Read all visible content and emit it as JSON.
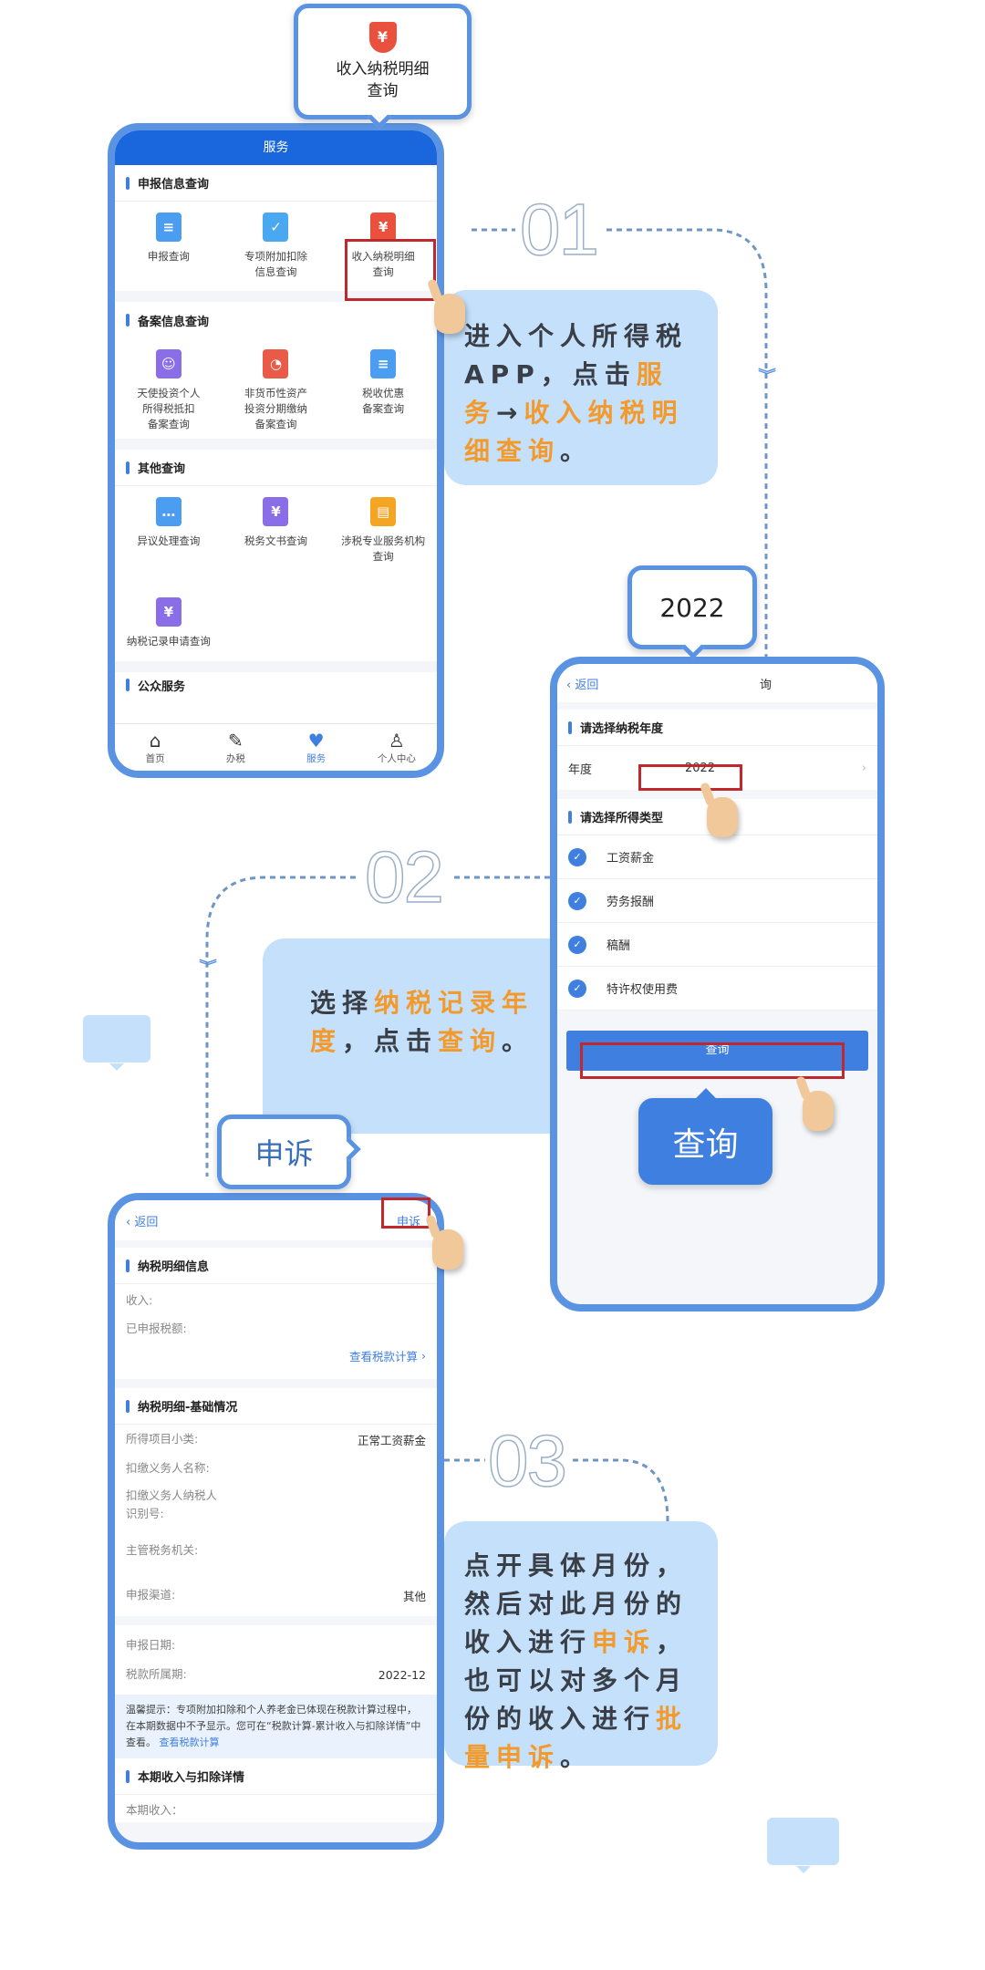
{
  "phone1": {
    "header": "服务",
    "sections": [
      {
        "title": "申报信息查询",
        "items": [
          {
            "label": "申报查询",
            "icon": "document-icon",
            "color": "#4a9df0"
          },
          {
            "label": "专项附加扣除\n信息查询",
            "icon": "clipboard-check-icon",
            "color": "#4aa8f0"
          },
          {
            "label": "收入纳税明细\n查询",
            "icon": "shield-yen-icon",
            "color": "#e9513e"
          }
        ]
      },
      {
        "title": "备案信息查询",
        "items": [
          {
            "label": "天使投资个人\n所得税抵扣\n备案查询",
            "icon": "person-search-icon",
            "color": "#8a6ee8"
          },
          {
            "label": "非货币性资产\n投资分期缴纳\n备案查询",
            "icon": "pie-search-icon",
            "color": "#ea5a48"
          },
          {
            "label": "税收优惠\n备案查询",
            "icon": "doc-search-icon",
            "color": "#4a9df0"
          }
        ]
      },
      {
        "title": "其他查询",
        "items": [
          {
            "label": "异议处理查询",
            "icon": "doc-chat-icon",
            "color": "#4a9df0"
          },
          {
            "label": "税务文书查询",
            "icon": "yen-book-icon",
            "color": "#8a6ee8"
          },
          {
            "label": "涉税专业服务机构\n查询",
            "icon": "building-icon",
            "color": "#f5a524"
          },
          {
            "label": "纳税记录申请查询",
            "icon": "yen-search-icon",
            "color": "#8a6ee8"
          }
        ]
      },
      {
        "title": "公众服务",
        "items": []
      }
    ],
    "tabs": [
      {
        "label": "首页",
        "icon": "home-icon"
      },
      {
        "label": "办税",
        "icon": "edit-icon"
      },
      {
        "label": "服务",
        "icon": "heart-hands-icon",
        "active": true
      },
      {
        "label": "个人中心",
        "icon": "user-icon"
      }
    ],
    "callout": "收入纳税明细\n查询"
  },
  "step1": {
    "number": "01",
    "parts": [
      {
        "t": "进入个人所得税APP，点击",
        "hl": false
      },
      {
        "t": "服务",
        "hl": true
      },
      {
        "t": "→",
        "hl": false
      },
      {
        "t": "收入纳税明细查询",
        "hl": true
      },
      {
        "t": "。",
        "hl": false
      }
    ]
  },
  "phone2": {
    "back": "返回",
    "title": "询",
    "sec1": "请选择纳税年度",
    "year_label": "年度",
    "year_value": "2022",
    "sec2": "请选择所得类型",
    "types": [
      "工资薪金",
      "劳务报酬",
      "稿酬",
      "特许权使用费"
    ],
    "button": "查询",
    "callout_year": "2022",
    "callout_query": "查询"
  },
  "step2": {
    "number": "02",
    "parts": [
      {
        "t": "选择",
        "hl": false
      },
      {
        "t": "纳税记录年度",
        "hl": true
      },
      {
        "t": "，点击",
        "hl": false
      },
      {
        "t": "查询",
        "hl": true
      },
      {
        "t": "。",
        "hl": false
      }
    ]
  },
  "phone3": {
    "back": "返回",
    "action": "申诉",
    "callout": "申诉",
    "sec1": "纳税明细信息",
    "income": "收入:",
    "declared": "已申报税额:",
    "view_calc": "查看税款计算",
    "sec2": "纳税明细-基础情况",
    "rows": [
      {
        "k": "所得项目小类:",
        "v": "正常工资薪金"
      },
      {
        "k": "扣缴义务人名称:",
        "v": ""
      },
      {
        "k": "扣缴义务人纳税人\n识别号:",
        "v": ""
      },
      {
        "k": "主管税务机关:",
        "v": ""
      },
      {
        "k": "申报渠道:",
        "v": "其他"
      }
    ],
    "rows2": [
      {
        "k": "申报日期:",
        "v": ""
      },
      {
        "k": "税款所属期:",
        "v": "2022-12"
      }
    ],
    "tip": "温馨提示：专项附加扣除和个人养老金已体现在税款计算过程中，在本期数据中不予显示。您可在“税款计算-累计收入与扣除详情”中查看。",
    "tip_link": "查看税款计算",
    "sec3": "本期收入与扣除详情",
    "current_income": "本期收入："
  },
  "step3": {
    "number": "03",
    "parts": [
      {
        "t": "点开具体月份，然后对此月份的收入进行",
        "hl": false
      },
      {
        "t": "申诉",
        "hl": true
      },
      {
        "t": "，也可以对多个月份的收入进行",
        "hl": false
      },
      {
        "t": "批量申诉",
        "hl": true
      },
      {
        "t": "。",
        "hl": false
      }
    ]
  },
  "colors": {
    "accent": "#3f7fe0",
    "frame": "#5b93e3",
    "highlight": "#f39a2c",
    "step_bg": "#c5e0fb",
    "red_box": "#c0282d"
  }
}
